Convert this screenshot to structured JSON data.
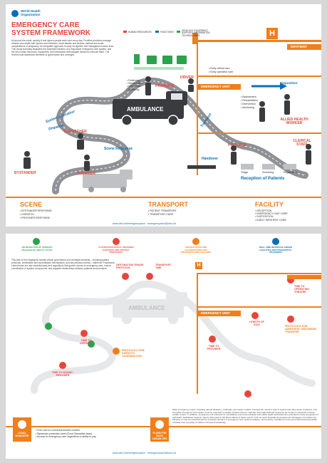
{
  "page1": {
    "org": "World Health Organization",
    "title_line1": "EMERGENCY CARE",
    "title_line2": "SYSTEM FRAMEWORK",
    "intro": "All around the world, acutely ill and injured people seek care every day. Frontline providers manage children and adults with injuries and infections, heart attacks and strokes, asthma and acute complications of pregnancy. An integrated approach to early recognition and management saves lives. This visual summary illustrates the essential functions of a responsive emergency care system, and the key human resources, equipment, and information technologies needed to execute them. The reverse side addresses elements of governance and oversight.",
    "legend": [
      {
        "label": "HUMAN RESOURCES",
        "color": "#e8453c"
      },
      {
        "label": "FUNCTIONS",
        "color": "#0a6fb4"
      },
      {
        "label": "VEHICLES, EQUIPMENT, SUPPLIES, INFORMATION TECHNOLOGIES",
        "color": "#2ba24c"
      }
    ],
    "labels": {
      "provider_top": "PROVIDER",
      "driver": "DRIVER",
      "ambulance": "AMBULANCE",
      "dispatcher": "DISPATCHER",
      "bystander": "BYSTANDER",
      "provider_bottom": "PROVIDER",
      "provider_right": "PROVIDER",
      "ambulance_small": "AMBULANCE",
      "system_activation": "System Activation",
      "dispatch": "Dispatch",
      "scene_response": "Scene Response",
      "handover": "Handover",
      "transport": "Transport",
      "inpatient": "INPATIENT",
      "emergency_unit": "EMERGENCY UNIT",
      "disposition": "Disposition",
      "allied_health": "ALLIED HEALTH WORKER",
      "clerical": "CLERICAL STAFF",
      "reception": "Reception of Patients",
      "triage": "Triage",
      "screening": "Screening",
      "registration": "Registration",
      "hospital_letter": "H"
    },
    "provider_list": [
      "Positioning",
      "Resuscitation",
      "Intervention",
      "Monitoring"
    ],
    "inpatient_list": [
      "Early critical care",
      "Early operative care"
    ],
    "eu_list": [
      "Assessment",
      "Resuscitation",
      "Intervention",
      "Monitoring"
    ],
    "sections": [
      {
        "name": "SCENE",
        "items": [
          "BYSTANDER RESPONSE",
          "DISPATCH",
          "PROVIDER RESPONSE"
        ]
      },
      {
        "name": "TRANSPORT",
        "items": [
          "PATIENT TRANSPORT",
          "TRANSPORT CARE"
        ]
      },
      {
        "name": "FACILITY",
        "items": [
          "RECEPTION",
          "EMERGENCY UNIT CARE",
          "DISPOSITION",
          "EARLY INPATIENT CARE"
        ]
      }
    ],
    "footer": "www.who.int/emergencycare · emergencycare@who.int"
  },
  "page2": {
    "principles": [
      {
        "text": "NO REJECTION OF PATIENTS ON BASIS OF ABILITY TO PAY",
        "color": "#2ba24c"
      },
      {
        "text": "SYSTEM PROTOCOLS, PROVIDER GUIDANCE AND CRITICAL PROCESSES",
        "color": "#e8453c"
      },
      {
        "text": "CERTIFICATION AND ACCREDITATION FOR PROVIDERS AND FACILITIES",
        "color": "#f07f1a"
      },
      {
        "text": "REAL-TIME INTERFACE AMONG FACILITIES AND PREHOSPITAL PROVIDERS",
        "color": "#0a6fb4"
      }
    ],
    "intro": "This side of the infographic locates critical governance and oversight elements – including patient protocols, certification and accreditation mechanisms, and key process metrics – within the Framework. Listed below are also essential laws and regulations that govern access to emergency care, ensure coordination of system components, and regulate relationships between patients and providers.",
    "labels": {
      "destination": "DESTINATION TRIAGE PROTOCOL",
      "transport_time": "TRANSPORT TIME",
      "ambulance": "AMBULANCE",
      "time_to_dispatch": "TIME TO DISPATCH",
      "time_to_scene": "TIME TO SCENE / PROVIDER",
      "protocols_dispatch": "PROTOCOLS FOR: DISPATCH, COORDINATION",
      "emergency_unit": "EMERGENCY UNIT",
      "time_to_operating": "TIME TO OPERATING THEATRE",
      "length_of_stay": "LENGTH OF STAY",
      "protocols_right": "PROTOCOLS FOR: ADMISSION, DISCHARGE, TRANSFER",
      "time_to_provider": "TIME TO PROVIDER",
      "hospital_letter": "H",
      "mandates": "LEGAL MANDATES",
      "mass_casualty": "PLANS FOR MASS CASUALTIES"
    },
    "mandates": [
      "Free call to a universal access number",
      "Bystander protection laws (Good Samaritan laws)",
      "Access to emergency care regardless of ability to pay"
    ],
    "mass_text": "Mass emergency events, including natural disasters, outbreaks, and violent conflict, increase the need for care of injuries and other acute conditions. The everyday emergency care system must be prepared to rapidly increase human, material, and organizational resources (to 'surge') in response to these sudden events. In addition, emergency unit protocols for surveillance and communication with public health authorities are essential for early recognition of outbreaks. Healthcare systems may be disrupted by the direct effects of these events, such as when hospitals themselves are damaged or providers are infected, or may be overwhelmed by increased demand. If emergency care systems collapse, both primary mortality from the event itself and preventable mortality from everyday conditions increase dramatically.",
    "footer": "www.who.int/emergencycare · emergencycare@who.int"
  }
}
